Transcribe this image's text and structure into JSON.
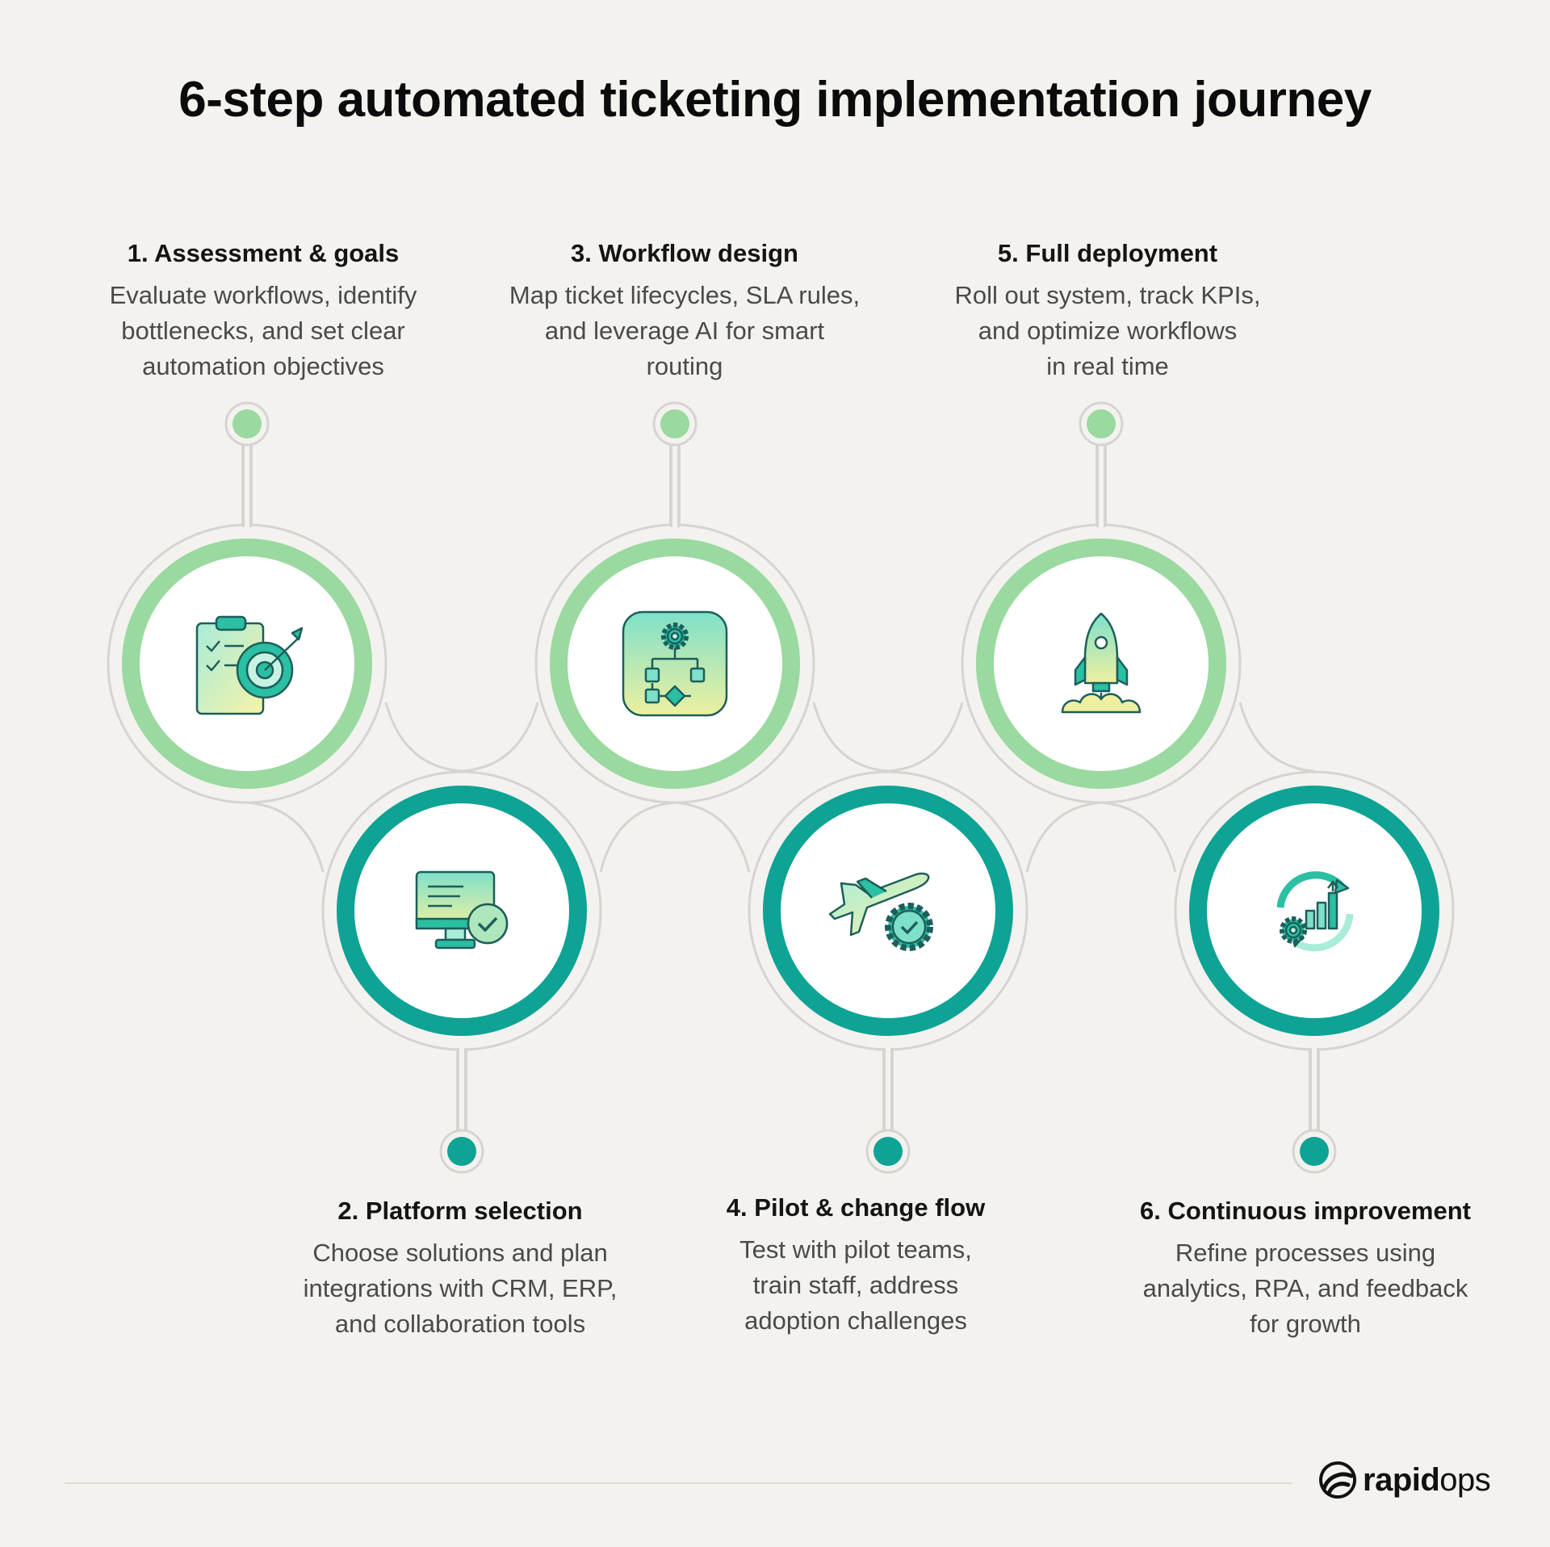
{
  "title": "6-step automated ticketing implementation journey",
  "colors": {
    "light_green": "#9ad99f",
    "teal": "#0ea394",
    "track": "#d6d4d0",
    "background": "#f3f2ef"
  },
  "steps": [
    {
      "number": "1.",
      "heading": "Assessment & goals",
      "desc_lines": [
        "Evaluate workflows, identify",
        "bottlenecks, and set clear",
        "automation objectives"
      ],
      "icon": "checklist-target-icon",
      "ring": "light-green"
    },
    {
      "number": "2.",
      "heading": "Platform selection",
      "desc_lines": [
        "Choose solutions and plan",
        "integrations with CRM, ERP,",
        "and collaboration tools"
      ],
      "icon": "monitor-check-icon",
      "ring": "teal"
    },
    {
      "number": "3.",
      "heading": "Workflow design",
      "desc_lines": [
        "Map ticket lifecycles, SLA rules,",
        "and leverage AI for smart",
        "routing"
      ],
      "icon": "flowchart-gear-icon",
      "ring": "light-green"
    },
    {
      "number": "4.",
      "heading": "Pilot & change flow",
      "desc_lines": [
        "Test with pilot teams,",
        "train staff, address",
        "adoption challenges"
      ],
      "icon": "plane-gear-icon",
      "ring": "teal"
    },
    {
      "number": "5.",
      "heading": "Full deployment",
      "desc_lines": [
        "Roll out system, track KPIs,",
        "and optimize workflows",
        "in real time"
      ],
      "icon": "rocket-launch-icon",
      "ring": "light-green"
    },
    {
      "number": "6.",
      "heading": "Continuous improvement",
      "desc_lines": [
        "Refine processes using",
        "analytics, RPA, and feedback",
        "for growth"
      ],
      "icon": "cycle-growth-icon",
      "ring": "teal"
    }
  ],
  "brand": {
    "bold": "rapid",
    "light": "ops"
  }
}
